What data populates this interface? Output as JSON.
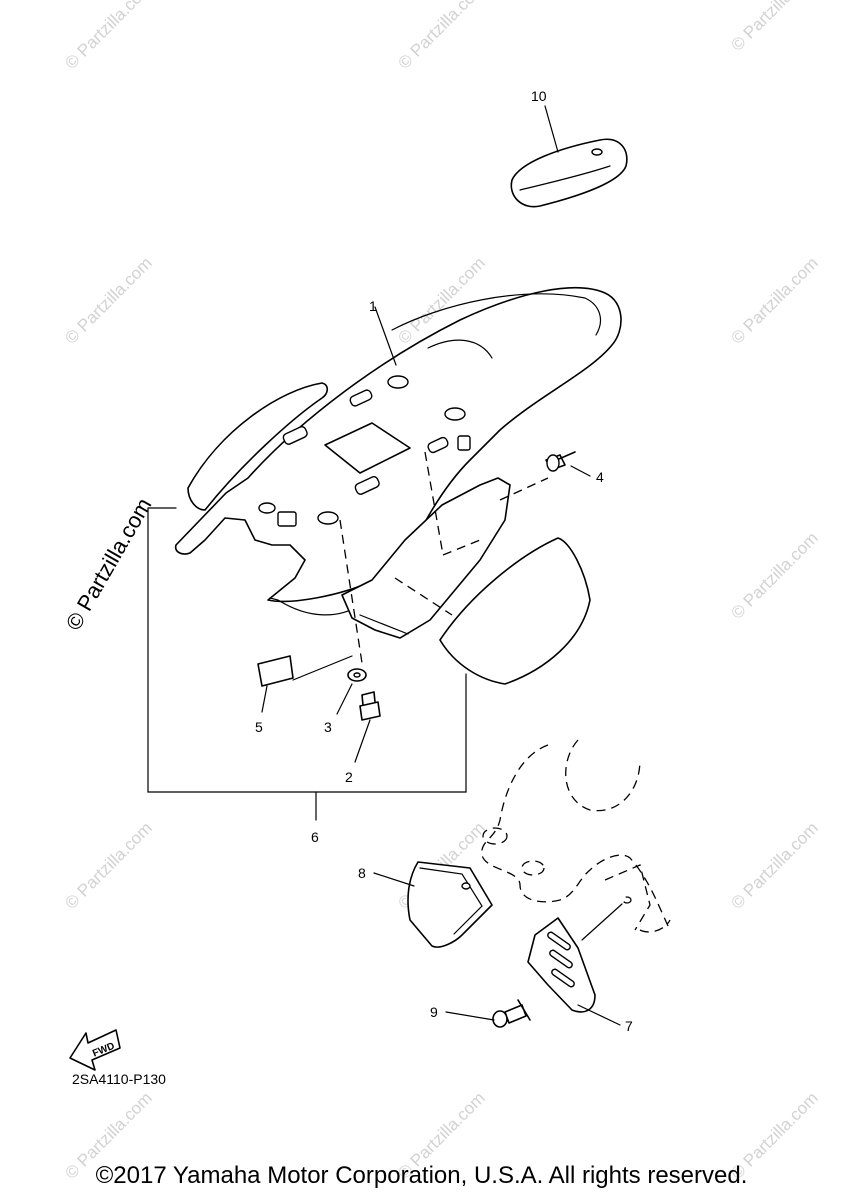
{
  "watermark": "© Partzilla.com",
  "callouts": {
    "p1": "1",
    "p2": "2",
    "p3": "3",
    "p4": "4",
    "p5": "5",
    "p6": "6",
    "p7": "7",
    "p8": "8",
    "p9": "9",
    "p10": "10"
  },
  "fwd_label": "FWD",
  "diagram_code": "2SA4110-P130",
  "copyright": "©2017 Yamaha Motor Corporation, U.S.A. All rights reserved."
}
